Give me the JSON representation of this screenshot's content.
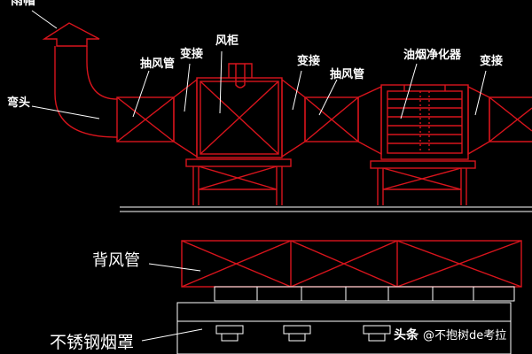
{
  "labels": {
    "rain_cap": "雨帽",
    "elbow": "弯头",
    "exhaust_duct_1": "抽风管",
    "transition_1": "变接",
    "fan_cabinet": "风柜",
    "transition_2": "变接",
    "exhaust_duct_2": "抽风管",
    "purifier": "油烟净化器",
    "transition_3": "变接",
    "back_duct": "背风管",
    "hood": "不锈钢烟罩"
  },
  "watermark": {
    "source": "头条",
    "account": "@不抱树de考拉"
  },
  "colors": {
    "background": "#000000",
    "duct_stroke": "#d8141c",
    "outline_stroke": "#ffffff",
    "label_text": "#ffffff"
  }
}
